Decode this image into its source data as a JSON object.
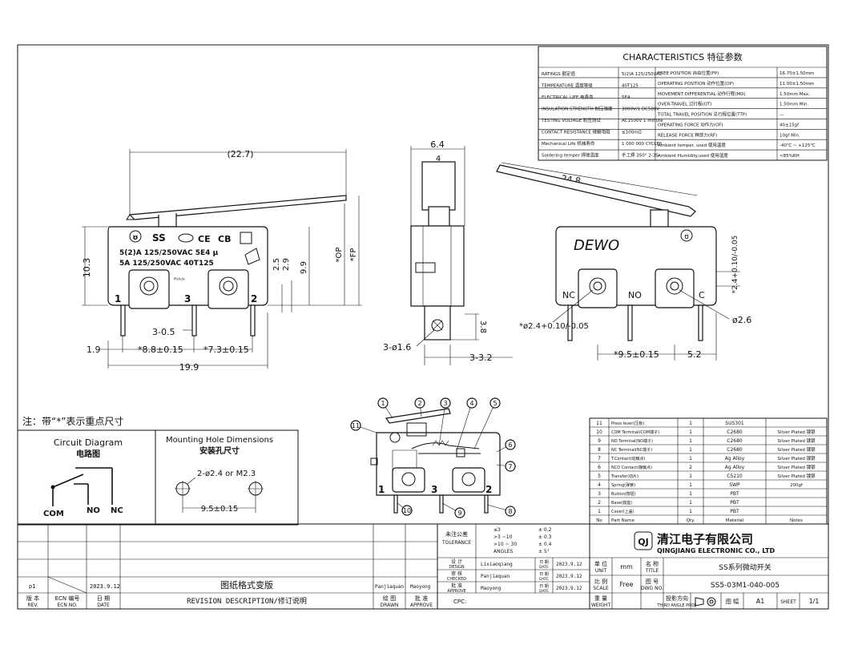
{
  "characteristics": {
    "title": "CHARACTERISTICS 特征参数",
    "left_rows": [
      {
        "label": "RATINGS 额定值",
        "value": "5(2)A 125/250VAC"
      },
      {
        "label": "TEMPERATURE 温度等级",
        "value": "40T125"
      },
      {
        "label": "ELECTRICAL LIFE 电寿命",
        "value": "5E4"
      },
      {
        "label": "INSULATION STRENGTH 耐压强度",
        "value": "3000V/1 DC500V"
      },
      {
        "label": "TESTING VOLTAGE 耐压测试",
        "value": "AC1500V 1 minute"
      },
      {
        "label": "CONTACT RESISTANCE 接触电阻",
        "value": "≤100mΩ"
      },
      {
        "label": "Mechanical Life 机械寿命",
        "value": "1 000 000 CYCLES"
      },
      {
        "label": "Soldering temper 焊接温度",
        "value": "手工焊 350° 2-3S"
      }
    ],
    "right_rows": [
      {
        "label": "FREE POSITION 自由位置(FP)",
        "value": "16.70±1.50mm"
      },
      {
        "label": "OPERATING POSITION 动作位置(OP)",
        "value": "11.00±1.50mm"
      },
      {
        "label": "MOVEMENT DIFFERENTIAL 动作行程(MD)",
        "value": "1.50mm Max."
      },
      {
        "label": "OVER-TRAVEL 过行程(OT)",
        "value": "1.50mm Min."
      },
      {
        "label": "TOTAL TRAVEL POSITION 总行程位置(TTP)",
        "value": "—"
      },
      {
        "label": "OPERATING FORCE 动作力(OF)",
        "value": "40±15gf"
      },
      {
        "label": "RELEASE FORCE 释放力(RF)",
        "value": "10gf Min."
      },
      {
        "label": "Ambient temper. used 使用温度",
        "value": "-40℃ ~ +125℃"
      },
      {
        "label": "Ambient Humidity.used 使用湿度",
        "value": "<85%RH"
      }
    ]
  },
  "front_view": {
    "brand_marks": [
      "SS",
      "CE",
      "CB"
    ],
    "rating_line_1": "5(2)A 125/250VAC 5E4 μ",
    "rating_line_2": "5A 125/250VAC 40T125",
    "terminal_labels": [
      "1",
      "3",
      "2"
    ],
    "dimensions": {
      "lever_width": "(22.7)",
      "height": "10.3",
      "dim_2_5": "2.5",
      "dim_2_9": "2.9",
      "dim_9_9": "9.9",
      "op": "*OP",
      "fp": "*FP",
      "terminal_thickness": "3-0.5",
      "offset_1_9": "1.9",
      "pitch_1": "*8.8±0.15",
      "pitch_2": "*7.3±0.15",
      "overall_width": "19.9"
    }
  },
  "side_view": {
    "dimensions": {
      "width_6_4": "6.4",
      "width_4": "4",
      "hole": "3-ø1.6",
      "dim_3_8": "3.8",
      "dim_3_2": "3-3.2"
    }
  },
  "back_view": {
    "brand": "DEWO",
    "terminal_labels": [
      "NC",
      "NO",
      "C"
    ],
    "dimensions": {
      "lever_length": "24.8",
      "hole_small": "*ø2.4+0.10/-0.05",
      "hole_large": "ø2.6",
      "offset": "*2.4+0.10/-0.05",
      "pitch": "*9.5±0.15",
      "edge": "5.2"
    }
  },
  "note": "注：带“*”表示重点尺寸",
  "circuit": {
    "title": "Circuit Diagram",
    "title_cn": "电路图",
    "labels": [
      "COM",
      "NO",
      "NC"
    ]
  },
  "mounting": {
    "title": "Mounting Hole Dimensions",
    "title_cn": "安装孔尺寸",
    "hole_label": "2-ø2.4 or M2.3",
    "pitch_label": "9.5±0.15"
  },
  "exploded": {
    "callouts": [
      "1",
      "2",
      "3",
      "4",
      "5",
      "6",
      "7",
      "8",
      "9",
      "10",
      "11"
    ],
    "terminal_labels": [
      "1",
      "3",
      "2"
    ]
  },
  "bom": {
    "rows": [
      {
        "no": "11",
        "name": "Press lever(压板)",
        "qty": "1",
        "material": "SUS301",
        "finish": ""
      },
      {
        "no": "10",
        "name": "COM Terminal(COM端子)",
        "qty": "1",
        "material": "C2680",
        "finish": "Silver Plated 镀银"
      },
      {
        "no": "9",
        "name": "NO Terminal(NO端子)",
        "qty": "1",
        "material": "C2680",
        "finish": "Silver Plated 镀银"
      },
      {
        "no": "8",
        "name": "NC Terminal(NC端子)",
        "qty": "1",
        "material": "C2680",
        "finish": "Silver Plated 镀银"
      },
      {
        "no": "7",
        "name": "T.Contact(动触点)",
        "qty": "1",
        "material": "Ag Alloy",
        "finish": "Silver Plated 镀银"
      },
      {
        "no": "6",
        "name": "NCO Contact(静触点)",
        "qty": "2",
        "material": "Ag Alloy",
        "finish": "Silver Plated 镀银"
      },
      {
        "no": "5",
        "name": "Transfer(动片)",
        "qty": "1",
        "material": "C5210",
        "finish": "Silver Plated 镀银"
      },
      {
        "no": "4",
        "name": "Spring(弹簧)",
        "qty": "1",
        "material": "SWP",
        "finish": "200gf"
      },
      {
        "no": "3",
        "name": "Button(按钮)",
        "qty": "1",
        "material": "PBT",
        "finish": ""
      },
      {
        "no": "2",
        "name": "Base(底座)",
        "qty": "1",
        "material": "PBT",
        "finish": ""
      },
      {
        "no": "1",
        "name": "Cover(上盖)",
        "qty": "1",
        "material": "PBT",
        "finish": ""
      }
    ],
    "header": {
      "no": "No",
      "name": "Part Name",
      "qty": "Qty.",
      "material": "Material",
      "finish": "Notes"
    }
  },
  "title_block": {
    "tolerance_label": "未注公差",
    "tolerance_label_en": "TOLERANCE",
    "tolerance_ranges": [
      "≤3",
      ">3 ~10",
      ">10 ~ 30",
      "ANGLES"
    ],
    "tolerance_values": [
      "± 0.2",
      "± 0.3",
      "± 0.4",
      "± 5°"
    ],
    "roles": [
      {
        "cn": "设 计",
        "en": "DESIGN",
        "name": "Lixiaoqiang",
        "date": "2023.9.12"
      },
      {
        "cn": "审 核",
        "en": "CHECKED",
        "name": "Panjiaquan",
        "date": "2023.9.12"
      },
      {
        "cn": "批 准",
        "en": "APPROVE",
        "name": "Maoyong",
        "date": "2023.9.12"
      }
    ],
    "date_label": "日 期",
    "date_label_en": "DATE",
    "unit_label": "单 位",
    "unit_label_en": "UNIT",
    "unit": "mm",
    "scale_label": "比 例",
    "scale_label_en": "SCALE",
    "scale": "Free",
    "title_label": "名 称",
    "title_label_en": "TITLE",
    "title": "SS系列微动开关",
    "dwg_label": "图 号",
    "dwg_label_en": "DWG NO.",
    "dwg_no": "SS5-03M1-040-005",
    "weight_label": "重 量",
    "weight_label_en": "WEIGHT",
    "projection_label": "投影方向",
    "projection_label_en": "THIRD ANGLE PROJ.",
    "size_label": "图 幅",
    "size": "A1",
    "sheet_label": "SHEET",
    "sheet": "1/1",
    "company_cn": "清江电子有限公司",
    "company_en": "QINGJIANG ELECTRONIC CO., LTD",
    "logo_text": "QJ"
  },
  "revision": {
    "rev": "p1",
    "date": "2023.9.12",
    "description": "图纸格式变版",
    "drawn": "Panjiaquan",
    "approved": "Maoyong",
    "headers": {
      "rev_cn": "版 本",
      "rev_en": "REV.",
      "ecn_cn": "ECN 编号",
      "ecn_en": "ECN NO.",
      "date_cn": "日 期",
      "date_en": "DATE",
      "desc": "REVISION DESCRIPTION/修订说明",
      "drawn_cn": "绘 图",
      "drawn_en": "DRAWN",
      "approve_cn": "批 准",
      "approve_en": "APPROVE",
      "cpc": "CPC:"
    }
  }
}
